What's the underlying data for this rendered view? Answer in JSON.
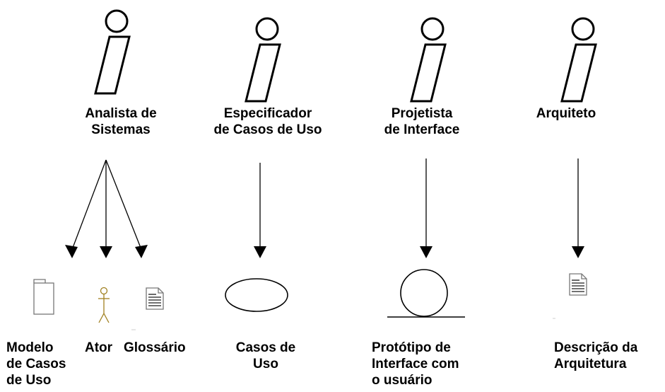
{
  "workers": [
    {
      "id": "analista",
      "line1": "Analista de",
      "line2": "Sistemas"
    },
    {
      "id": "especificador",
      "line1": "Especificador",
      "line2": "de Casos de Uso"
    },
    {
      "id": "projetista",
      "line1": "Projetista",
      "line2": "de Interface"
    },
    {
      "id": "arquiteto",
      "line1": "Arquiteto",
      "line2": ""
    }
  ],
  "artifacts": {
    "modelo": {
      "line1": "Modelo",
      "line2": "de Casos",
      "line3": "de Uso",
      "icon": "folder-icon"
    },
    "ator": {
      "label": "Ator",
      "icon": "actor-icon"
    },
    "glossario": {
      "label": "Glossário",
      "icon": "document-icon"
    },
    "casos": {
      "line1": "Casos de",
      "line2": "Uso",
      "icon": "use-case-ellipse-icon"
    },
    "prototipo": {
      "line1": "Protótipo de",
      "line2": "Interface com",
      "line3": "o usuário",
      "icon": "boundary-icon"
    },
    "descricao": {
      "line1": "Descrição da",
      "line2": "Arquitetura",
      "icon": "document-icon"
    }
  }
}
